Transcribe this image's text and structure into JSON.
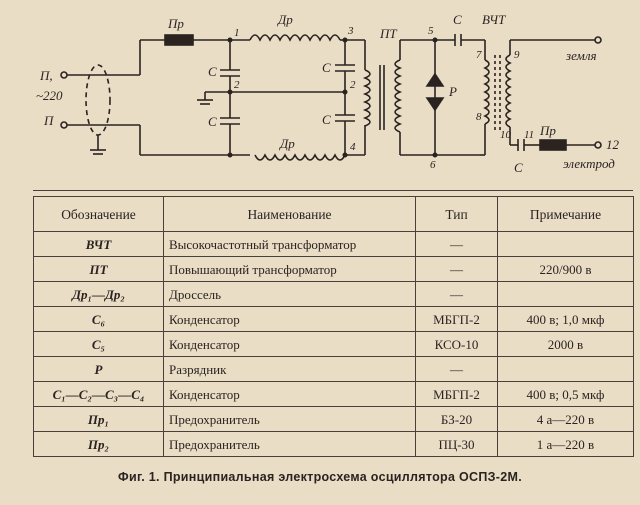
{
  "schematic": {
    "labels": {
      "p1": "П, ",
      "voltage": "~220",
      "p2": "П",
      "pr1": "Пр",
      "dr1": "Др",
      "dr2": "Др",
      "c1": "С",
      "c2": "С",
      "c3": "С",
      "c4": "С",
      "c5": "С",
      "c6": "С",
      "pt": "ПТ",
      "vcht": "ВЧТ",
      "rr": "Р",
      "pr2": "Пр",
      "ground": "земля",
      "electrode": "электрод",
      "n1": "1",
      "n2": "2",
      "n3": "3",
      "n4": "4",
      "n5": "5",
      "n6": "6",
      "n7": "7",
      "n8": "8",
      "n9": "9",
      "n10": "10",
      "n11": "11",
      "n12": "12",
      "n2b": "2"
    }
  },
  "table": {
    "headers": [
      "Обозначение",
      "Наименование",
      "Тип",
      "Примечание"
    ],
    "rows": [
      {
        "des": "ВЧТ",
        "name": "Высокочастотный трансформатор",
        "type": "—",
        "note": ""
      },
      {
        "des": "ПТ",
        "name": "Повышающий трансформатор",
        "type": "—",
        "note": "220/900 в"
      },
      {
        "des": "Др₁—Др₂",
        "name": "Дроссель",
        "type": "—",
        "note": ""
      },
      {
        "des": "С₆",
        "name": "Конденсатор",
        "type": "МБГП-2",
        "note": "400 в; 1,0 мкф"
      },
      {
        "des": "С₅",
        "name": "Конденсатор",
        "type": "КСО-10",
        "note": "2000 в"
      },
      {
        "des": "Р",
        "name": "Разрядник",
        "type": "—",
        "note": ""
      },
      {
        "des": "С₁—С₂—С₃—С₄",
        "name": "Конденсатор",
        "type": "МБГП-2",
        "note": "400 в; 0,5 мкф"
      },
      {
        "des": "Пр₁",
        "name": "Предохранитель",
        "type": "БЗ-20",
        "note": "4 а—220 в"
      },
      {
        "des": "Пр₂",
        "name": "Предохранитель",
        "type": "ПЦ-30",
        "note": "1 а—220 в"
      }
    ]
  },
  "caption": "Фиг. 1. Принципиальная электросхема осциллятора ОСПЗ-2М."
}
